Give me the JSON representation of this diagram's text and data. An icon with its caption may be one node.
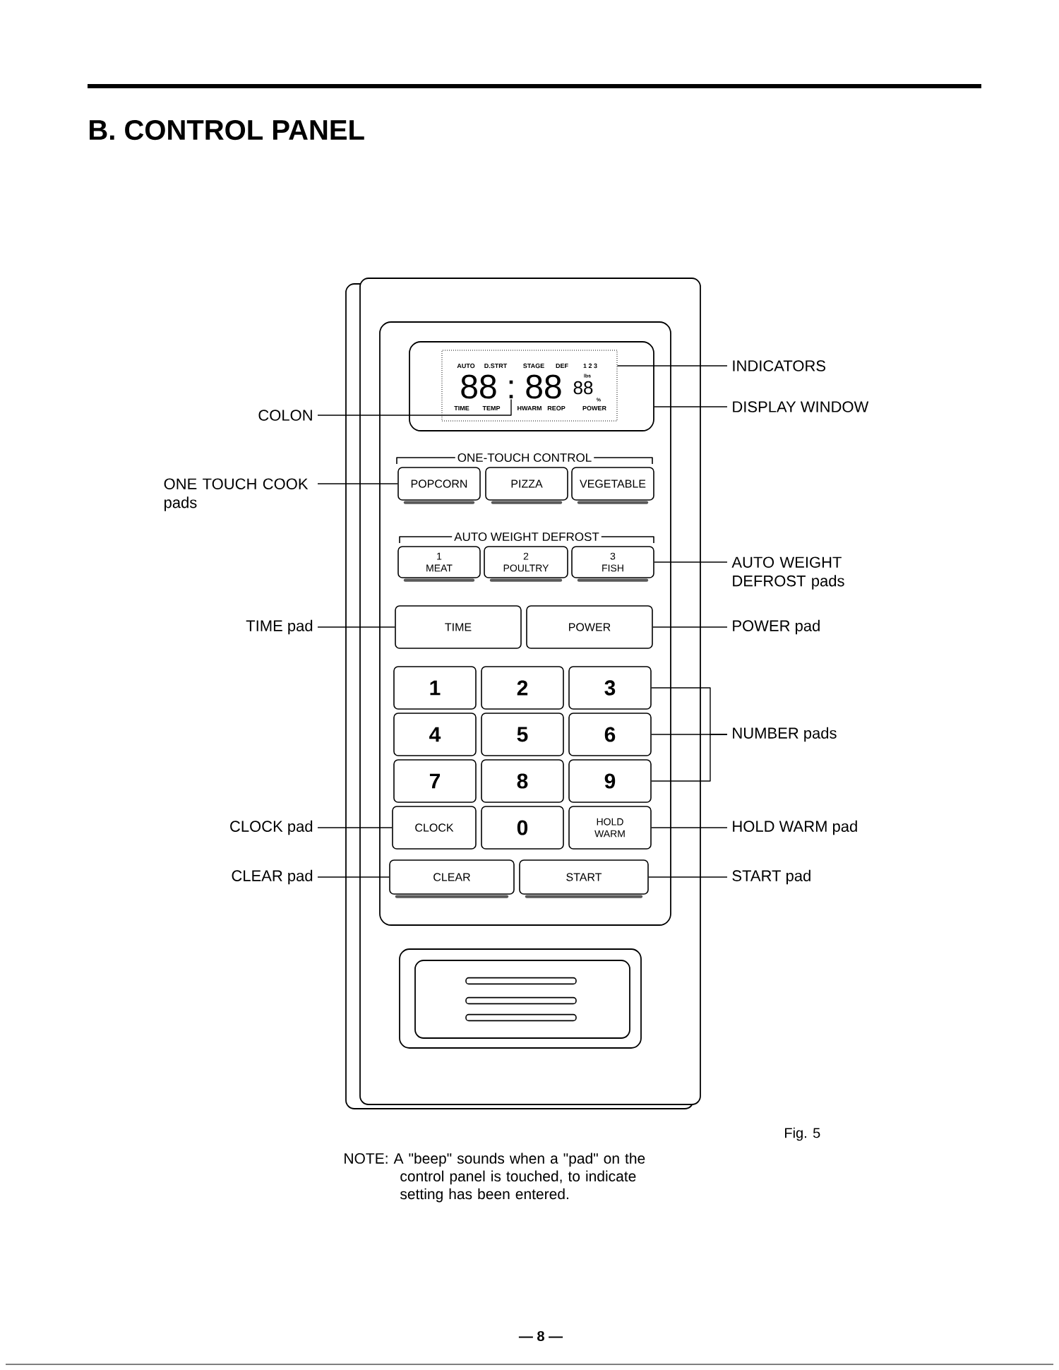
{
  "diagram": {
    "title": "B. CONTROL PANEL",
    "caption": "Fig. 5",
    "nodes": [
      {
        "text": [],
        "shape": "box"
      },
      {
        "text": [
          "AUTO",
          "D.STRT",
          "STAGE",
          "DEF",
          "1 2 3",
          "88",
          "88",
          "lbs",
          "88",
          "%",
          "TIME",
          "TEMP",
          "HWARM",
          "REOP",
          "POWER"
        ],
        "in": 0
      },
      {
        "text": [
          ":"
        ],
        "in": 1
      },
      {
        "text": [
          "INDICATORS"
        ]
      },
      {
        "text": [
          "COLON"
        ]
      },
      {
        "text": [
          "DISPLAY WINDOW"
        ]
      },
      {
        "text": [
          "ONE TOUCH COOK pads"
        ]
      },
      {
        "text": [
          "POPCORN"
        ]
      },
      {
        "text": [
          "PIZZA"
        ]
      },
      {
        "text": [
          "VEGETABLE"
        ]
      },
      {
        "text": [
          "1",
          "MEAT"
        ]
      },
      {
        "text": [
          "2",
          "POULTRY"
        ]
      },
      {
        "text": [
          "3",
          "FISH"
        ]
      },
      {
        "text": [
          "AUTO WEIGHT DEFROST pads"
        ]
      },
      {
        "text": [
          "TIME pad"
        ]
      },
      {
        "text": [
          "TIME"
        ]
      },
      {
        "text": [
          "POWER"
        ]
      },
      {
        "text": [
          "POWER pad"
        ]
      },
      {
        "text": [
          "1"
        ]
      },
      {
        "text": [
          "2"
        ]
      },
      {
        "text": [
          "3"
        ]
      },
      {
        "text": [
          "4"
        ]
      },
      {
        "text": [
          "5"
        ]
      },
      {
        "text": [
          "6"
        ]
      },
      {
        "text": [
          "7"
        ]
      },
      {
        "text": [
          "8"
        ]
      },
      {
        "text": [
          "9"
        ]
      },
      {
        "text": [
          "NUMBER pads"
        ]
      },
      {
        "text": [
          "CLOCK pad"
        ]
      },
      {
        "text": [
          "CLOCK"
        ]
      },
      {
        "text": [
          "0"
        ]
      },
      {
        "text": [
          "HOLD WARM"
        ]
      },
      {
        "text": [
          "HOLD WARM pad"
        ]
      },
      {
        "text": [
          "CLEAR pad"
        ]
      },
      {
        "text": [
          "CLEAR"
        ]
      },
      {
        "text": [
          "START"
        ]
      },
      {
        "text": [
          "START pad"
        ]
      }
    ],
    "edges": [
      {
        "from": 3,
        "to": 1,
        "arrow": "none"
      },
      {
        "from": 4,
        "to": 2,
        "arrow": "none"
      },
      {
        "from": 5,
        "to": 0,
        "arrow": "none"
      },
      {
        "from": 6,
        "to": 7,
        "arrow": "none"
      },
      {
        "from": 13,
        "to": 12,
        "arrow": "none"
      },
      {
        "from": 14,
        "to": 15,
        "arrow": "none"
      },
      {
        "from": 17,
        "to": 16,
        "arrow": "none"
      },
      {
        "from": 27,
        "to": 20,
        "arrow": "none"
      },
      {
        "from": 27,
        "to": 23,
        "arrow": "none"
      },
      {
        "from": 27,
        "to": 26,
        "arrow": "none"
      },
      {
        "from": 28,
        "to": 29,
        "arrow": "none"
      },
      {
        "from": 32,
        "to": 31,
        "arrow": "none"
      },
      {
        "from": 33,
        "to": 34,
        "arrow": "none"
      },
      {
        "from": 36,
        "to": 35,
        "arrow": "none"
      }
    ],
    "labels": [
      "ONE-TOUCH CONTROL",
      "AUTO WEIGHT DEFROST",
      "NOTE: A \"beep\" sounds when a \"pad\" on the control panel is touched, to indicate setting has been entered.",
      "— 8 —"
    ]
  }
}
